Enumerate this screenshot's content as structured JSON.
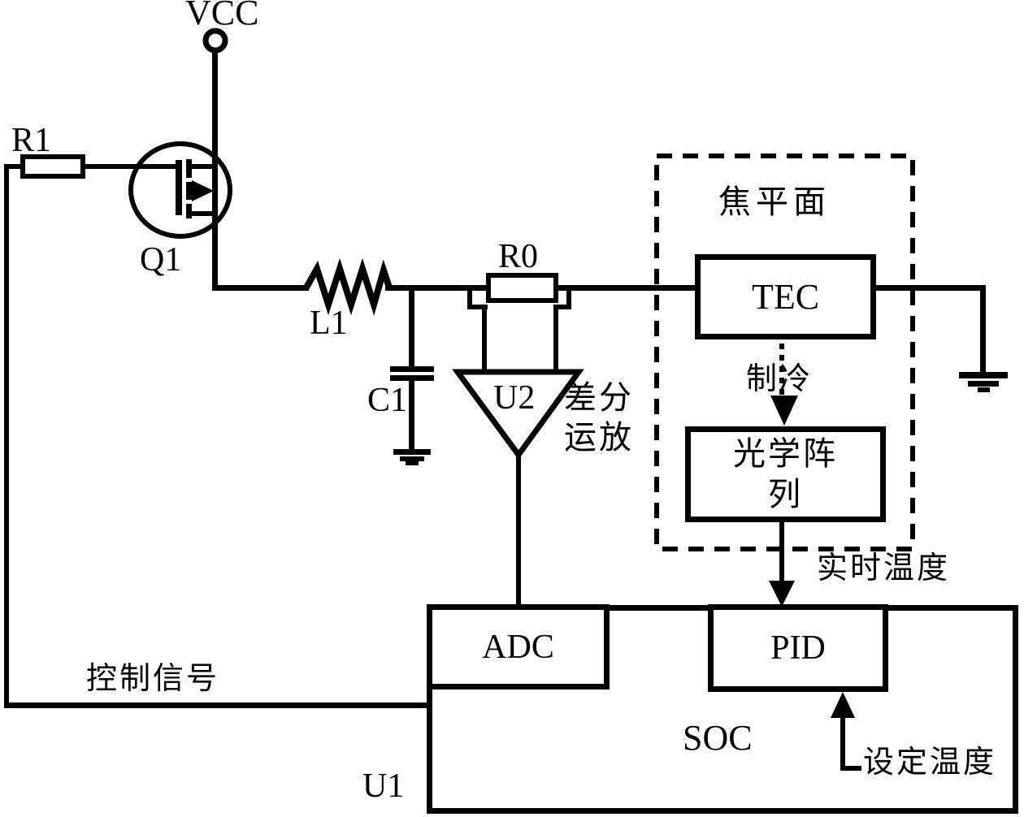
{
  "labels": {
    "vcc": "VCC",
    "r1": "R1",
    "q1": "Q1",
    "l1": "L1",
    "c1": "C1",
    "r0": "R0",
    "u2": "U2",
    "u1": "U1",
    "diff_amp_line1": "差分",
    "diff_amp_line2": "运放",
    "focal_plane": "焦平面",
    "tec": "TEC",
    "cooling": "制冷",
    "optical_array_line1": "光学阵",
    "optical_array_line2": "列",
    "realtime_temp": "实时温度",
    "adc": "ADC",
    "pid": "PID",
    "soc": "SOC",
    "control_signal": "控制信号",
    "set_temp": "设定温度"
  },
  "colors": {
    "stroke": "#000000",
    "background": "#ffffff"
  }
}
